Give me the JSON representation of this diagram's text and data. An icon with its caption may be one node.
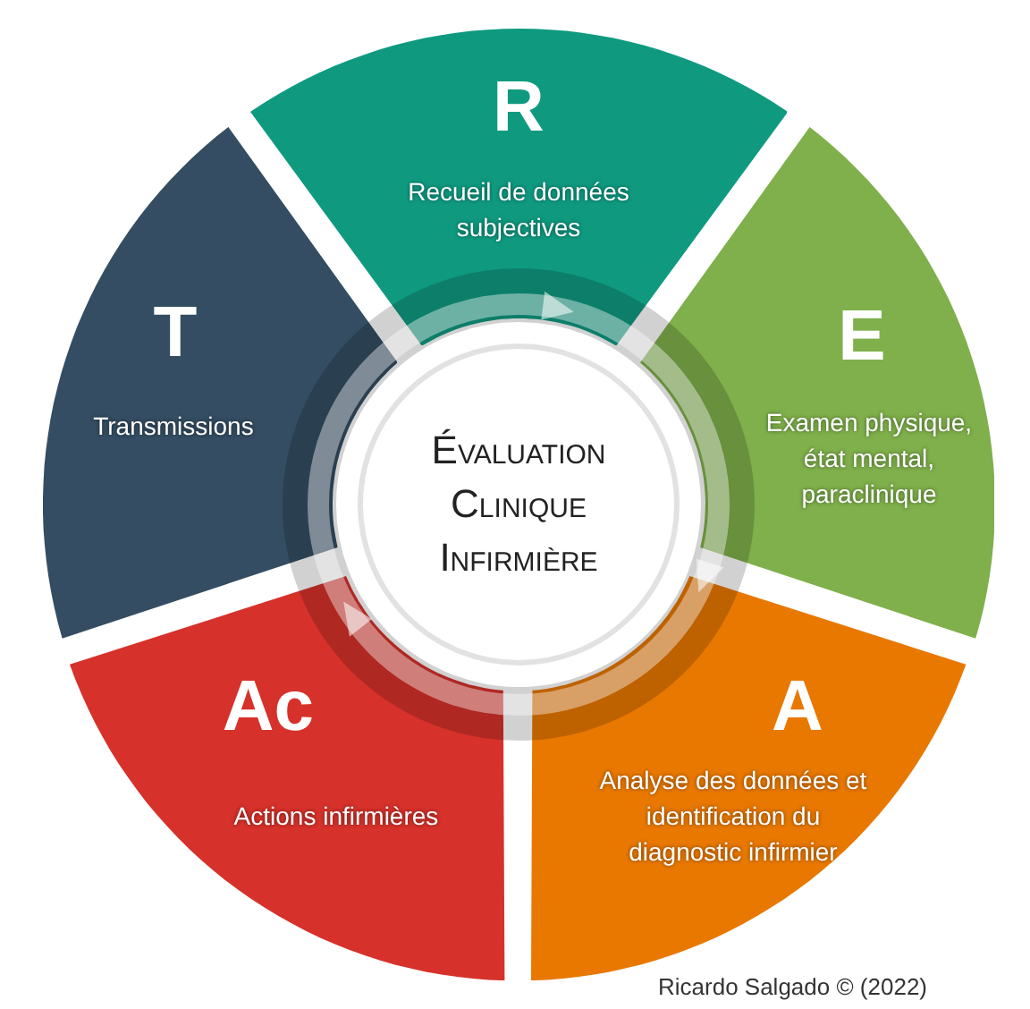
{
  "diagram": {
    "nodes": [
      {
        "text": [
          "Évaluation Clinique Infirmière"
        ]
      },
      {
        "text": [
          "R",
          "Recueil de données subjectives"
        ]
      },
      {
        "text": [
          "E",
          "Examen physique, état mental, paraclinique"
        ]
      },
      {
        "text": [
          "A",
          "Analyse des données et identification du diagnostic infirmier"
        ]
      },
      {
        "text": [
          "Ac",
          "Actions infirmières"
        ]
      },
      {
        "text": [
          "T",
          "Transmissions"
        ]
      }
    ],
    "labels": [
      "Ricardo Salgado © (2022)"
    ]
  }
}
